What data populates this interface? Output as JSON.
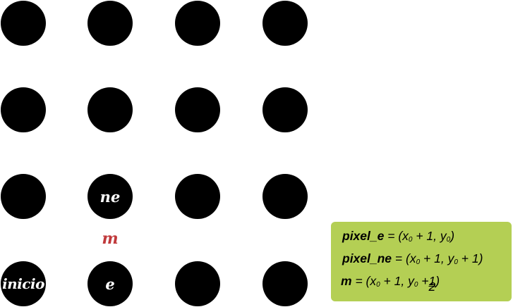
{
  "colors": {
    "dot": "#000000",
    "dot_label": "#ffffff",
    "m_label": "#c0393b",
    "formula_bg": "#b4cf54"
  },
  "grid": {
    "rows": 4,
    "cols": 4
  },
  "labels": {
    "inicio": "inicio",
    "e": "e",
    "ne": "ne",
    "m": "m"
  },
  "formulas": {
    "pixel_e": {
      "name": "pixel_e",
      "eq": "=",
      "rhs_open": "(x",
      "sub0": "0",
      "rhs_mid": " + 1, y",
      "sub1": "0",
      "rhs_close": ")"
    },
    "pixel_ne": {
      "name": "pixel_ne",
      "eq": "=",
      "rhs_open": "(x",
      "sub0": "0",
      "rhs_mid": " + 1, y",
      "sub1": "0",
      "rhs_close": " + 1)"
    },
    "m": {
      "name": "m",
      "eq": "=",
      "rhs_open": "(x",
      "sub0": "0",
      "rhs_mid": " + 1, y",
      "sub1": "0",
      "rhs_plus": " +",
      "frac_num": "1",
      "frac_den": "2",
      "rhs_close": ")"
    }
  }
}
